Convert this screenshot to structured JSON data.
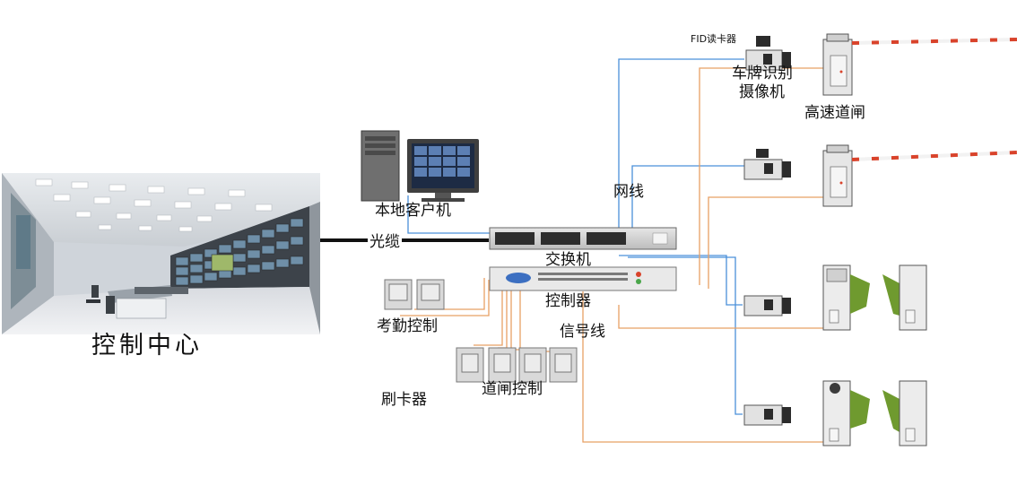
{
  "labels": {
    "control_center": "控制中心",
    "fiber": "光缆",
    "local_client": "本地客户机",
    "switch": "交换机",
    "controller": "控制器",
    "network_cable": "网线",
    "signal_cable": "信号线",
    "attendance_control": "考勤控制",
    "gate_control": "道闸控制",
    "card_reader": "刷卡器",
    "rfid_reader": "FID读卡器",
    "plate_camera_line1": "车牌识别",
    "plate_camera_line2": "摄像机",
    "highway_gate": "高速道闸"
  },
  "colors": {
    "network_line": "#4a90d9",
    "signal_line": "#e8a065",
    "barrier_red": "#d9432b",
    "wing_green": "#6f9a2f",
    "device_gray": "#d6d6d6"
  }
}
